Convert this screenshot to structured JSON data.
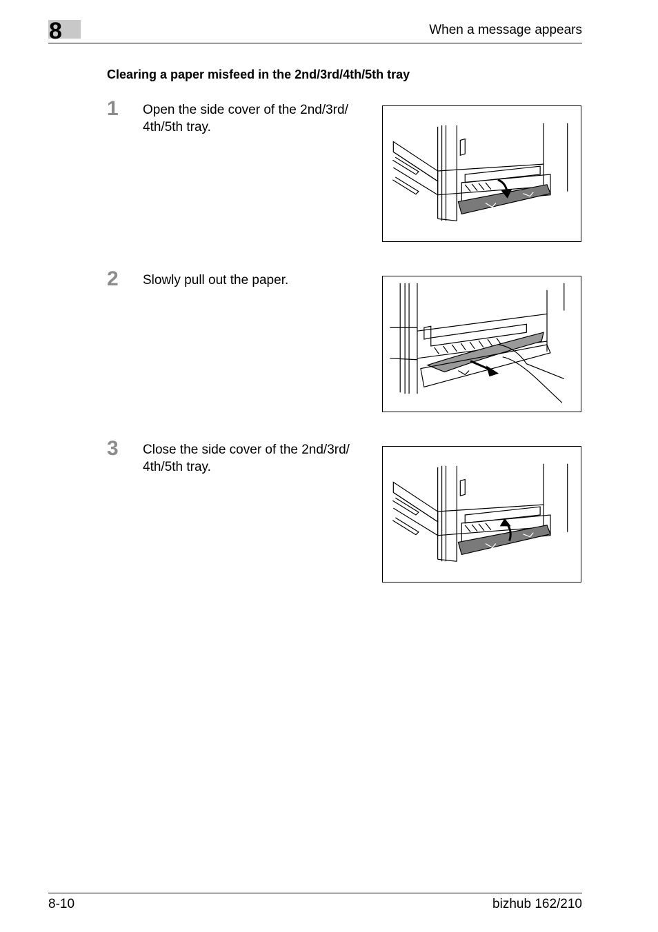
{
  "header": {
    "chapter_number": "8",
    "running_head": "When a message appears"
  },
  "section": {
    "title": "Clearing a paper misfeed in the 2nd/3rd/4th/5th tray"
  },
  "steps": [
    {
      "number": "1",
      "text": "Open the side cover of the 2nd/3rd/ 4th/5th tray."
    },
    {
      "number": "2",
      "text": "Slowly pull out the paper."
    },
    {
      "number": "3",
      "text": "Close the side cover of the 2nd/3rd/ 4th/5th tray."
    }
  ],
  "footer": {
    "page_number": "8-10",
    "product": "bizhub 162/210"
  }
}
